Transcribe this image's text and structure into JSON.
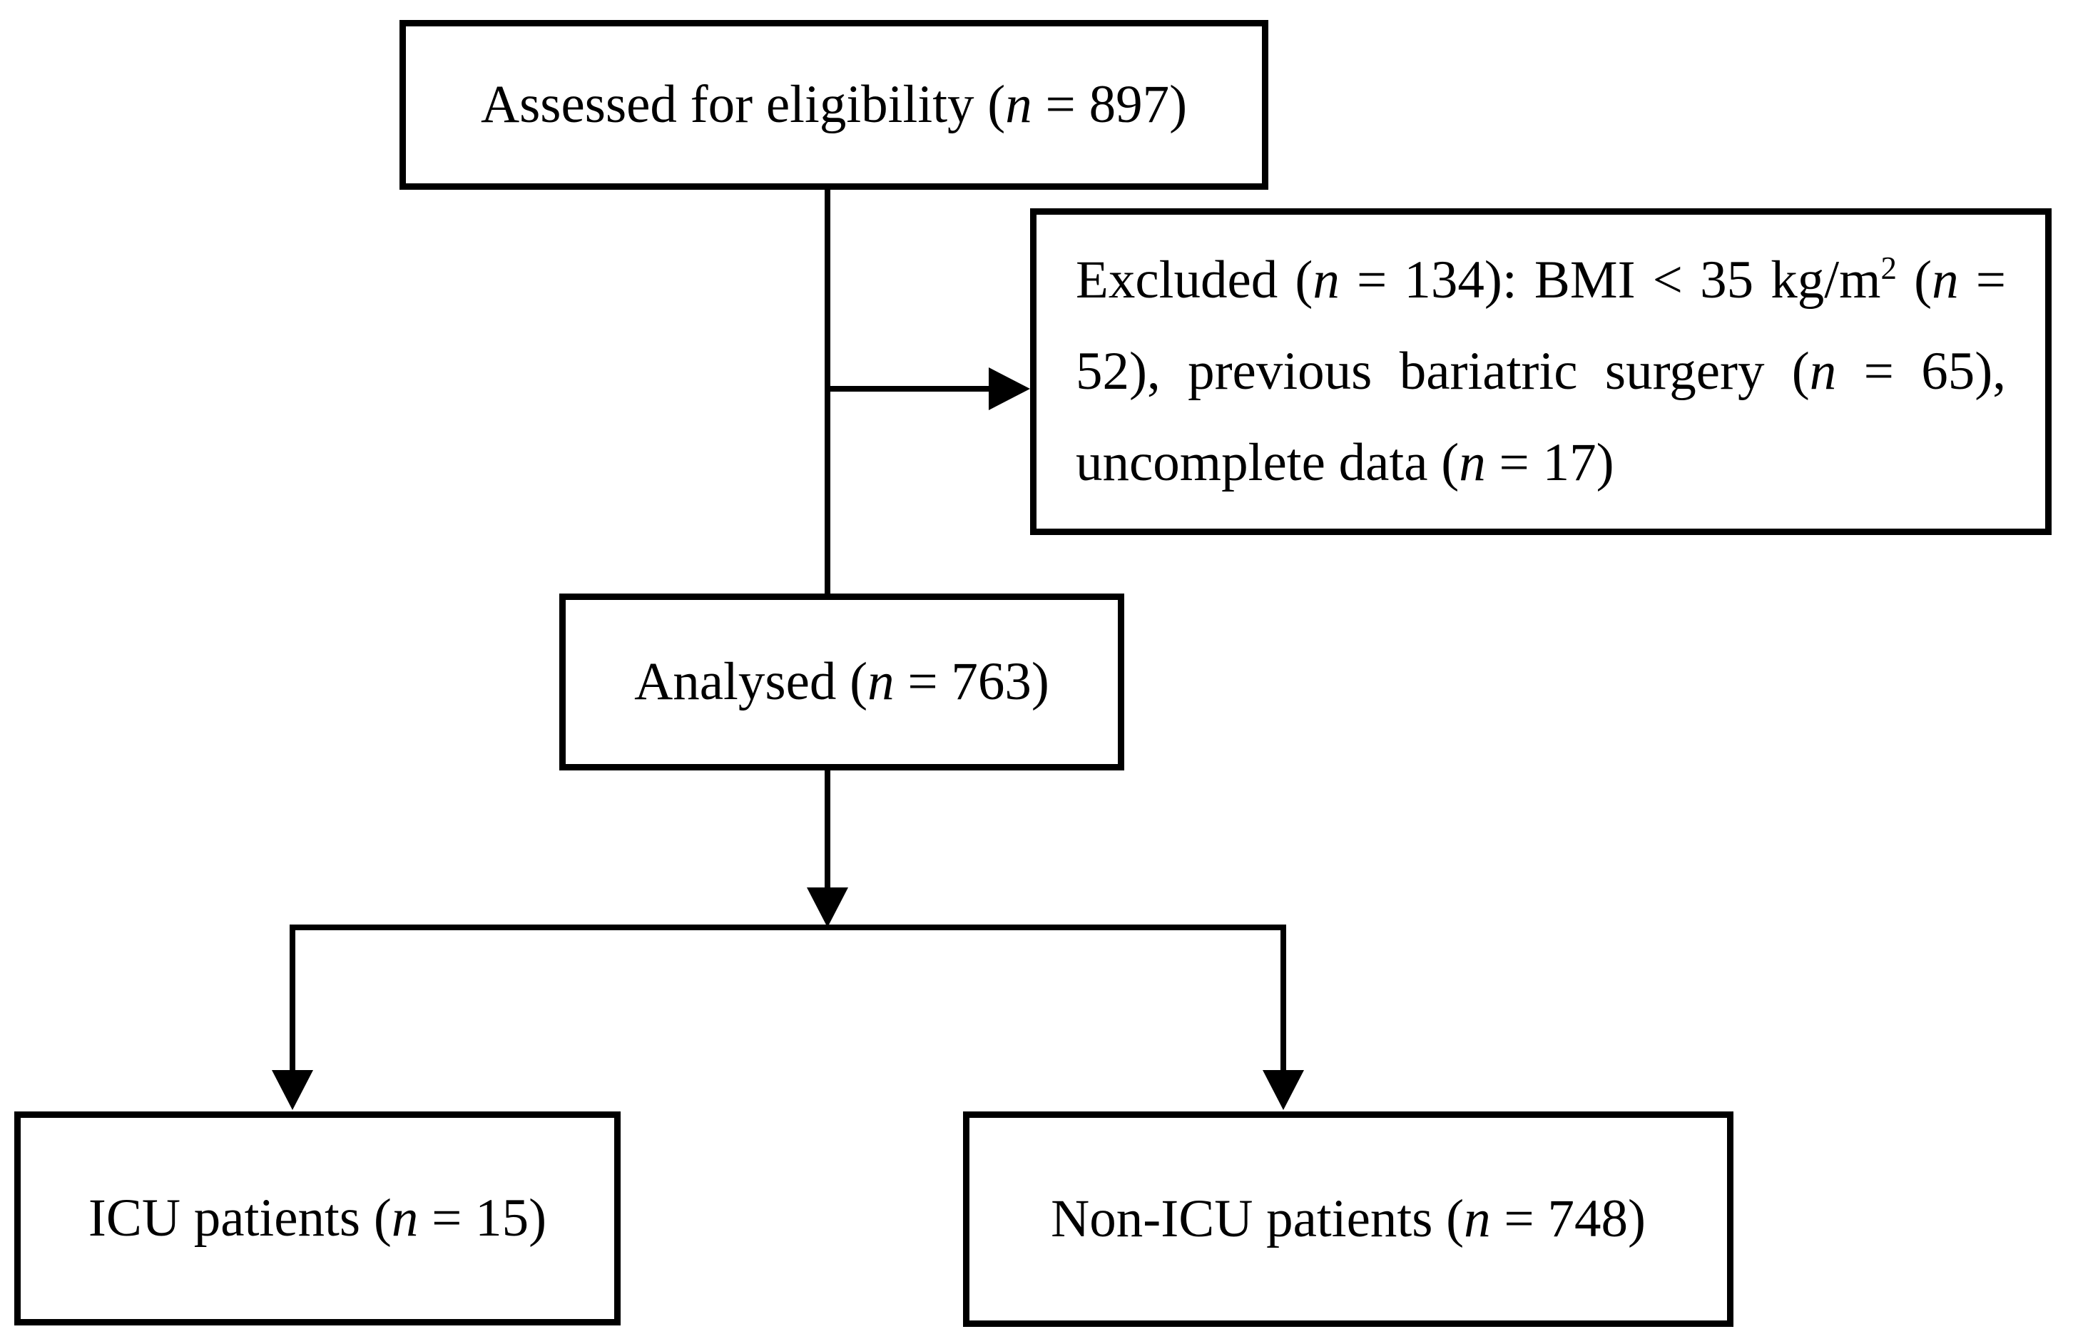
{
  "figure": {
    "kind": "patient-flow-diagram",
    "background_color": "#ffffff",
    "line_color": "#000000",
    "text_color": "#000000"
  },
  "nodes": {
    "assessed": {
      "text": "Assessed for eligibility (n = 897)",
      "n": 897,
      "segments": [
        {
          "text": "Assessed for eligibility ("
        },
        {
          "text": "n",
          "italic": true
        },
        {
          "text": " = 897)"
        }
      ]
    },
    "excluded": {
      "text": "Excluded (n = 134): BMI < 35 kg/m² (n = 52), previous bariatric surgery (n = 65), uncomplete data (n = 17)",
      "n": 134,
      "reasons": [
        {
          "label": "BMI < 35 kg/m²",
          "n": 52
        },
        {
          "label": "previous bariatric surgery",
          "n": 65
        },
        {
          "label": "uncomplete data",
          "n": 17
        }
      ],
      "lines": [
        {
          "segments": [
            {
              "text": "Excluded ("
            },
            {
              "text": "n",
              "italic": true
            },
            {
              "text": " = 134): BMI < 35 kg/m"
            },
            {
              "text": "2",
              "sup": true
            },
            {
              "text": " ("
            },
            {
              "text": "n",
              "italic": true
            },
            {
              "text": " ="
            }
          ]
        },
        {
          "segments": [
            {
              "text": "52), previous bariatric surgery ("
            },
            {
              "text": "n",
              "italic": true
            },
            {
              "text": " = 65),"
            }
          ]
        },
        {
          "segments": [
            {
              "text": "uncomplete data ("
            },
            {
              "text": "n",
              "italic": true
            },
            {
              "text": " = 17)"
            }
          ]
        }
      ]
    },
    "analysed": {
      "text": "Analysed (n = 763)",
      "n": 763,
      "segments": [
        {
          "text": "Analysed ("
        },
        {
          "text": "n",
          "italic": true
        },
        {
          "text": " = 763)"
        }
      ]
    },
    "icu": {
      "text": "ICU patients (n = 15)",
      "n": 15,
      "segments": [
        {
          "text": "ICU patients ("
        },
        {
          "text": "n",
          "italic": true
        },
        {
          "text": " = 15)"
        }
      ]
    },
    "non_icu": {
      "text": "Non-ICU patients (n = 748)",
      "n": 748,
      "segments": [
        {
          "text": "Non-ICU patients ("
        },
        {
          "text": "n",
          "italic": true
        },
        {
          "text": " = 748)"
        }
      ]
    }
  },
  "edges": [
    {
      "from": "assessed",
      "to": "excluded",
      "style": "arrow"
    },
    {
      "from": "assessed",
      "to": "analysed",
      "style": "line"
    },
    {
      "from": "analysed",
      "to": "icu",
      "style": "arrow"
    },
    {
      "from": "analysed",
      "to": "non_icu",
      "style": "arrow"
    }
  ]
}
